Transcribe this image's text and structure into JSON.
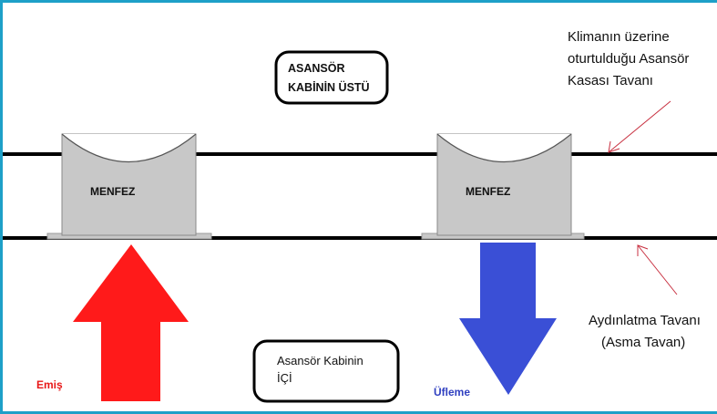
{
  "labels": {
    "top_box": [
      "ASANSÖR",
      "KABİNİN ÜSTÜ"
    ],
    "bottom_box": [
      "Asansör Kabinin",
      "İÇİ"
    ],
    "vent_left": "MENFEZ",
    "vent_right": "MENFEZ",
    "annotation_top": [
      "Klimanın üzerine",
      "oturtulduğu Asansör",
      "Kasası Tavanı"
    ],
    "annotation_bottom": [
      "Aydınlatma Tavanı",
      "(Asma Tavan)"
    ],
    "intake": "Emiş",
    "blow": "Üfleme"
  },
  "colors": {
    "intake_arrow": "#ff1a1a",
    "blow_arrow": "#3a4fd6",
    "intake_text": "#e81818",
    "blow_text": "#3040c0",
    "vent_fill": "#c8c8c8",
    "leader_line": "#c83040"
  }
}
